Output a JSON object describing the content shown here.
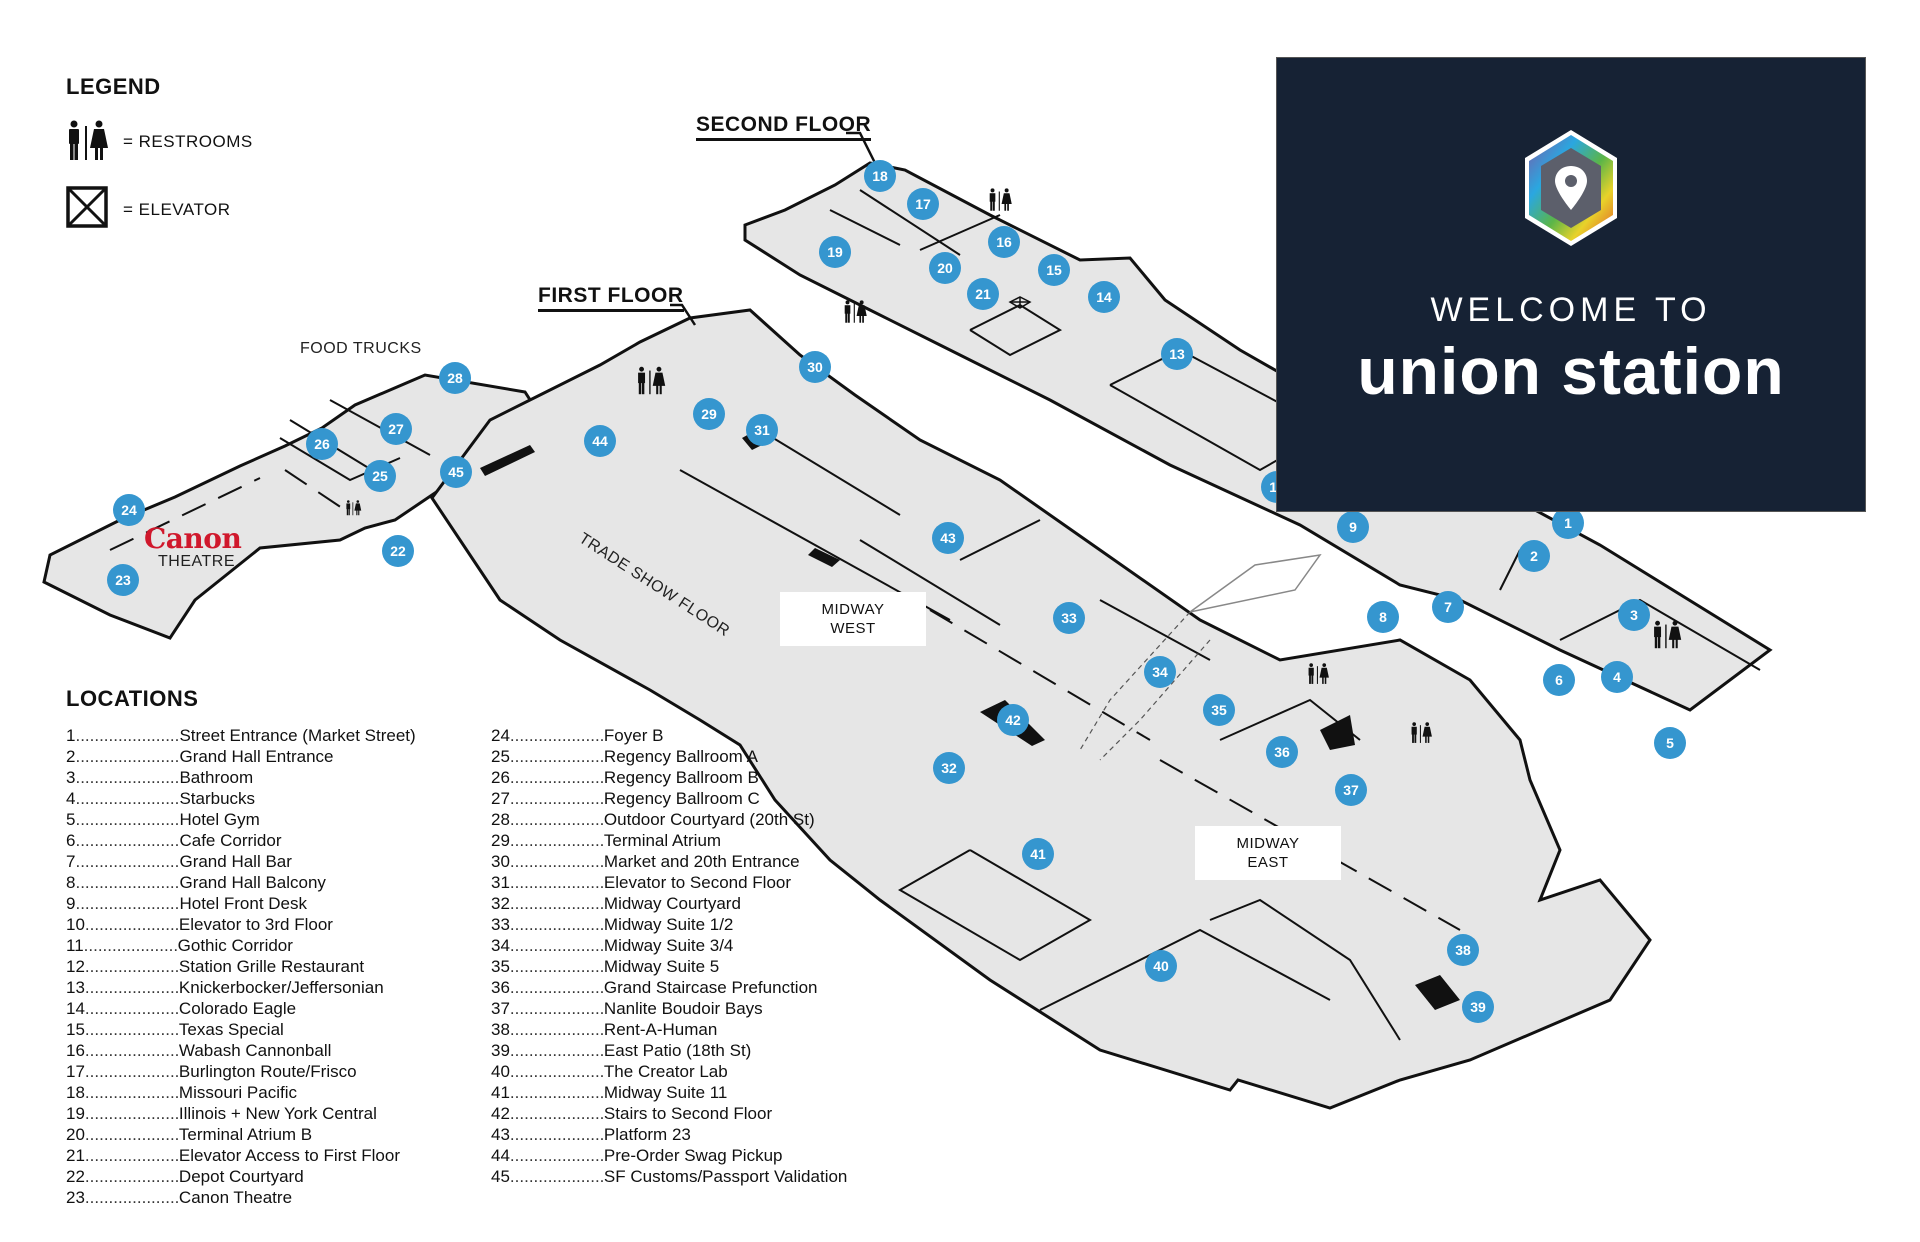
{
  "legend": {
    "title": "LEGEND",
    "items": [
      {
        "icon": "restroom-icon",
        "label": "= RESTROOMS"
      },
      {
        "icon": "elevator-icon",
        "label": "= ELEVATOR"
      }
    ]
  },
  "welcome": {
    "line1": "WELCOME TO",
    "line2": "union station",
    "logo": "location-pin-hexagon-logo",
    "background": "#162234"
  },
  "floors": {
    "first": "FIRST FLOOR",
    "second": "SECOND FLOOR"
  },
  "map_labels": {
    "food_trucks": "FOOD TRUCKS",
    "trade_show": "TRADE SHOW FLOOR",
    "midway_west": [
      "MIDWAY",
      "WEST"
    ],
    "midway_east": [
      "MIDWAY",
      "EAST"
    ],
    "canon_brand": "Canon",
    "canon_sub": "THEATRE"
  },
  "marker_color": "#3596cf",
  "locations_title": "LOCATIONS",
  "locations": [
    {
      "n": "1",
      "name": "Street Entrance (Market Street)"
    },
    {
      "n": "2",
      "name": "Grand Hall Entrance"
    },
    {
      "n": "3",
      "name": "Bathroom"
    },
    {
      "n": "4",
      "name": "Starbucks"
    },
    {
      "n": "5",
      "name": "Hotel Gym"
    },
    {
      "n": "6",
      "name": "Cafe Corridor"
    },
    {
      "n": "7",
      "name": "Grand Hall Bar"
    },
    {
      "n": "8",
      "name": "Grand Hall Balcony"
    },
    {
      "n": "9",
      "name": "Hotel Front Desk"
    },
    {
      "n": "10",
      "name": "Elevator to 3rd Floor"
    },
    {
      "n": "11",
      "name": "Gothic Corridor"
    },
    {
      "n": "12",
      "name": "Station Grille Restaurant"
    },
    {
      "n": "13",
      "name": "Knickerbocker/Jeffersonian"
    },
    {
      "n": "14",
      "name": "Colorado Eagle"
    },
    {
      "n": "15",
      "name": "Texas Special"
    },
    {
      "n": "16",
      "name": "Wabash Cannonball"
    },
    {
      "n": "17",
      "name": "Burlington Route/Frisco"
    },
    {
      "n": "18",
      "name": "Missouri Pacific"
    },
    {
      "n": "19",
      "name": "Illinois + New York Central"
    },
    {
      "n": "20",
      "name": "Terminal Atrium B"
    },
    {
      "n": "21",
      "name": "Elevator Access to First Floor"
    },
    {
      "n": "22",
      "name": "Depot Courtyard"
    },
    {
      "n": "23",
      "name": "Canon Theatre"
    },
    {
      "n": "24",
      "name": "Foyer B"
    },
    {
      "n": "25",
      "name": "Regency Ballroom A"
    },
    {
      "n": "26",
      "name": "Regency Ballroom B"
    },
    {
      "n": "27",
      "name": "Regency Ballroom C"
    },
    {
      "n": "28",
      "name": "Outdoor Courtyard (20th St)"
    },
    {
      "n": "29",
      "name": "Terminal Atrium"
    },
    {
      "n": "30",
      "name": "Market and 20th Entrance"
    },
    {
      "n": "31",
      "name": "Elevator to Second Floor"
    },
    {
      "n": "32",
      "name": "Midway Courtyard"
    },
    {
      "n": "33",
      "name": "Midway Suite 1/2"
    },
    {
      "n": "34",
      "name": "Midway Suite 3/4"
    },
    {
      "n": "35",
      "name": "Midway Suite 5"
    },
    {
      "n": "36",
      "name": "Grand Staircase Prefunction"
    },
    {
      "n": "37",
      "name": "Nanlite Boudoir Bays"
    },
    {
      "n": "38",
      "name": "Rent-A-Human"
    },
    {
      "n": "39",
      "name": "East Patio (18th St)"
    },
    {
      "n": "40",
      "name": "The Creator Lab"
    },
    {
      "n": "41",
      "name": "Midway Suite 11"
    },
    {
      "n": "42",
      "name": "Stairs to Second Floor"
    },
    {
      "n": "43",
      "name": "Platform 23"
    },
    {
      "n": "44",
      "name": "Pre-Order Swag Pickup"
    },
    {
      "n": "45",
      "name": "SF Customs/Passport Validation"
    }
  ]
}
